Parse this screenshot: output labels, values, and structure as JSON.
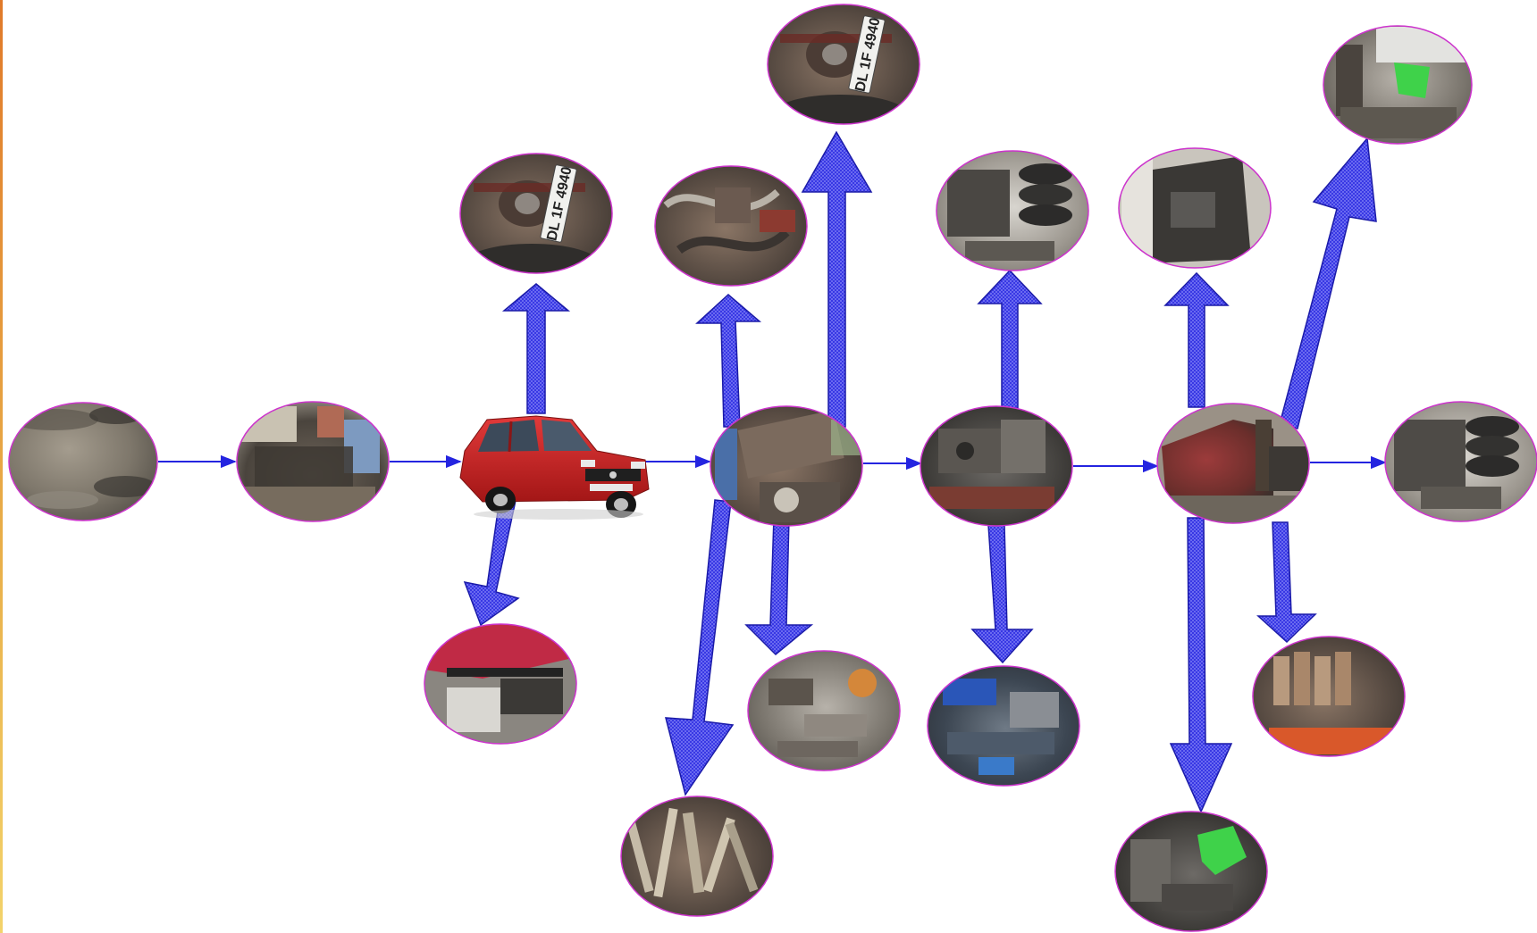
{
  "diagram": {
    "colors": {
      "background": "#ffffff",
      "main_line": "#2424e0",
      "branch_arrow_fill": "#3a3ae6",
      "branch_arrow_edge": "#1a1aa8",
      "photo_border": "#cc33cc",
      "left_edge_bar": "#e9a24a"
    },
    "flow_nodes": [
      {
        "name": "node-scrap-ground",
        "icon": "rubble-photo"
      },
      {
        "name": "node-scrap-yard",
        "icon": "scrapyard-photo"
      },
      {
        "name": "node-red-car",
        "icon": "red-hatchback-car"
      },
      {
        "name": "node-car-dismantling",
        "icon": "car-dismantling-photo"
      },
      {
        "name": "node-engine-bay",
        "icon": "engine-bay-photo"
      },
      {
        "name": "node-car-body",
        "icon": "car-body-photo"
      },
      {
        "name": "node-final-parts",
        "icon": "engine-and-tyres-photo"
      }
    ],
    "branch_nodes": [
      {
        "name": "branch-license-plate-1",
        "icon": "license-plate-photo",
        "plate_text": "DL 1F 4940"
      },
      {
        "name": "branch-license-plate-2",
        "icon": "license-plate-photo",
        "plate_text": "DL 1F 4940"
      },
      {
        "name": "branch-red-panel",
        "icon": "red-panel-photo"
      },
      {
        "name": "branch-wiring",
        "icon": "wiring-photo"
      },
      {
        "name": "branch-scrap-metal",
        "icon": "scrap-metal-photo"
      },
      {
        "name": "branch-metal-pieces",
        "icon": "metal-pieces-photo"
      },
      {
        "name": "branch-engine-tyres",
        "icon": "engine-tyres-photo"
      },
      {
        "name": "branch-blue-parts",
        "icon": "blue-parts-photo"
      },
      {
        "name": "branch-burnt-interior",
        "icon": "burnt-interior-photo"
      },
      {
        "name": "branch-cylinder-heads",
        "icon": "cylinder-heads-photo"
      },
      {
        "name": "branch-green-parts",
        "icon": "green-parts-photo"
      },
      {
        "name": "branch-workshop",
        "icon": "workshop-photo"
      }
    ]
  }
}
